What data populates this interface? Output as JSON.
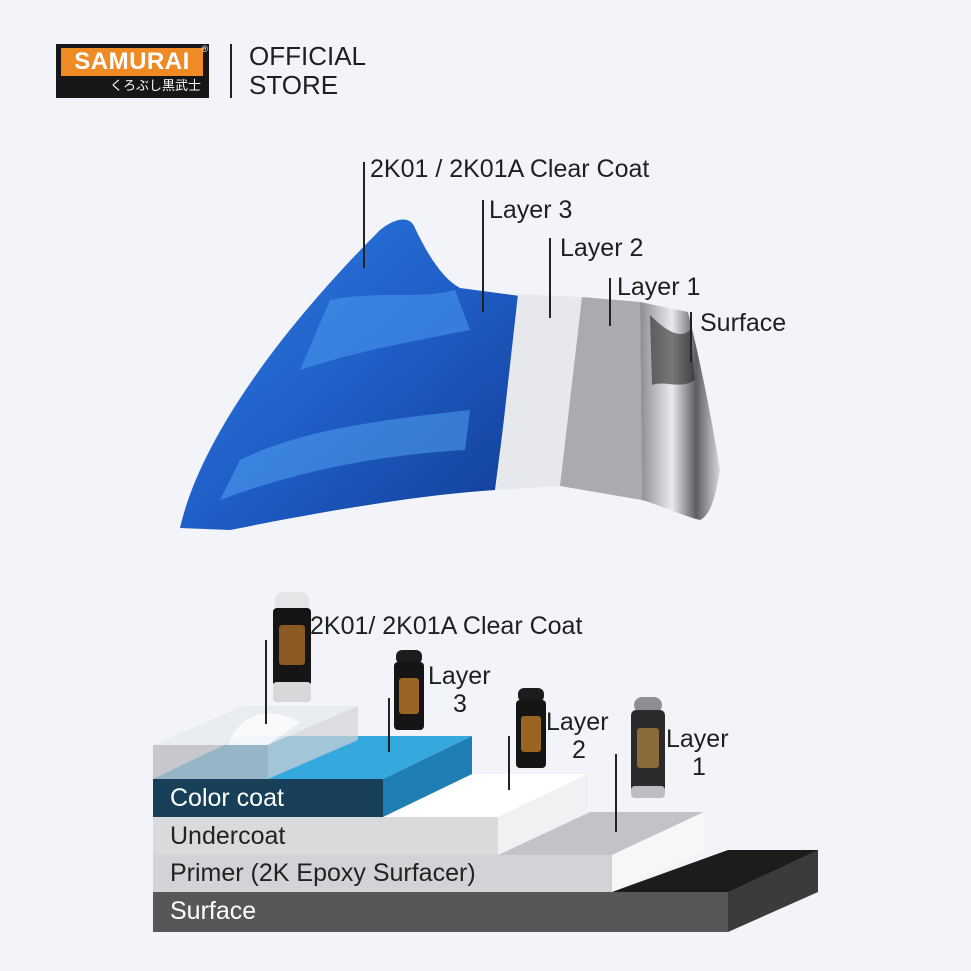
{
  "header": {
    "logo_text": "SAMURAI",
    "logo_reg": "®",
    "logo_subtext": "くろぶし黒武士",
    "store_line1": "OFFICIAL",
    "store_line2": "STORE"
  },
  "photo_labels": {
    "clear_coat": "2K01 / 2K01A Clear Coat",
    "layer3": "Layer 3",
    "layer2": "Layer 2",
    "layer1": "Layer 1",
    "surface": "Surface"
  },
  "diagram_labels": {
    "clear_coat": "2K01/ 2K01A Clear Coat",
    "layer3_word": "Layer",
    "layer3_num": "3",
    "layer2_word": "Layer",
    "layer2_num": "2",
    "layer1_word": "Layer",
    "layer1_num": "1"
  },
  "layers": {
    "color_coat": "Color coat",
    "undercoat": "Undercoat",
    "primer": "Primer (2K Epoxy Surfacer)",
    "surface": "Surface"
  },
  "colors": {
    "brand_orange": "#f08a24",
    "color_coat_front": "#173f58",
    "color_coat_top": "#35a9dd",
    "surface_front": "#575757",
    "primer_front": "#d2d3d6",
    "undercoat_front": "#d9dadc"
  }
}
